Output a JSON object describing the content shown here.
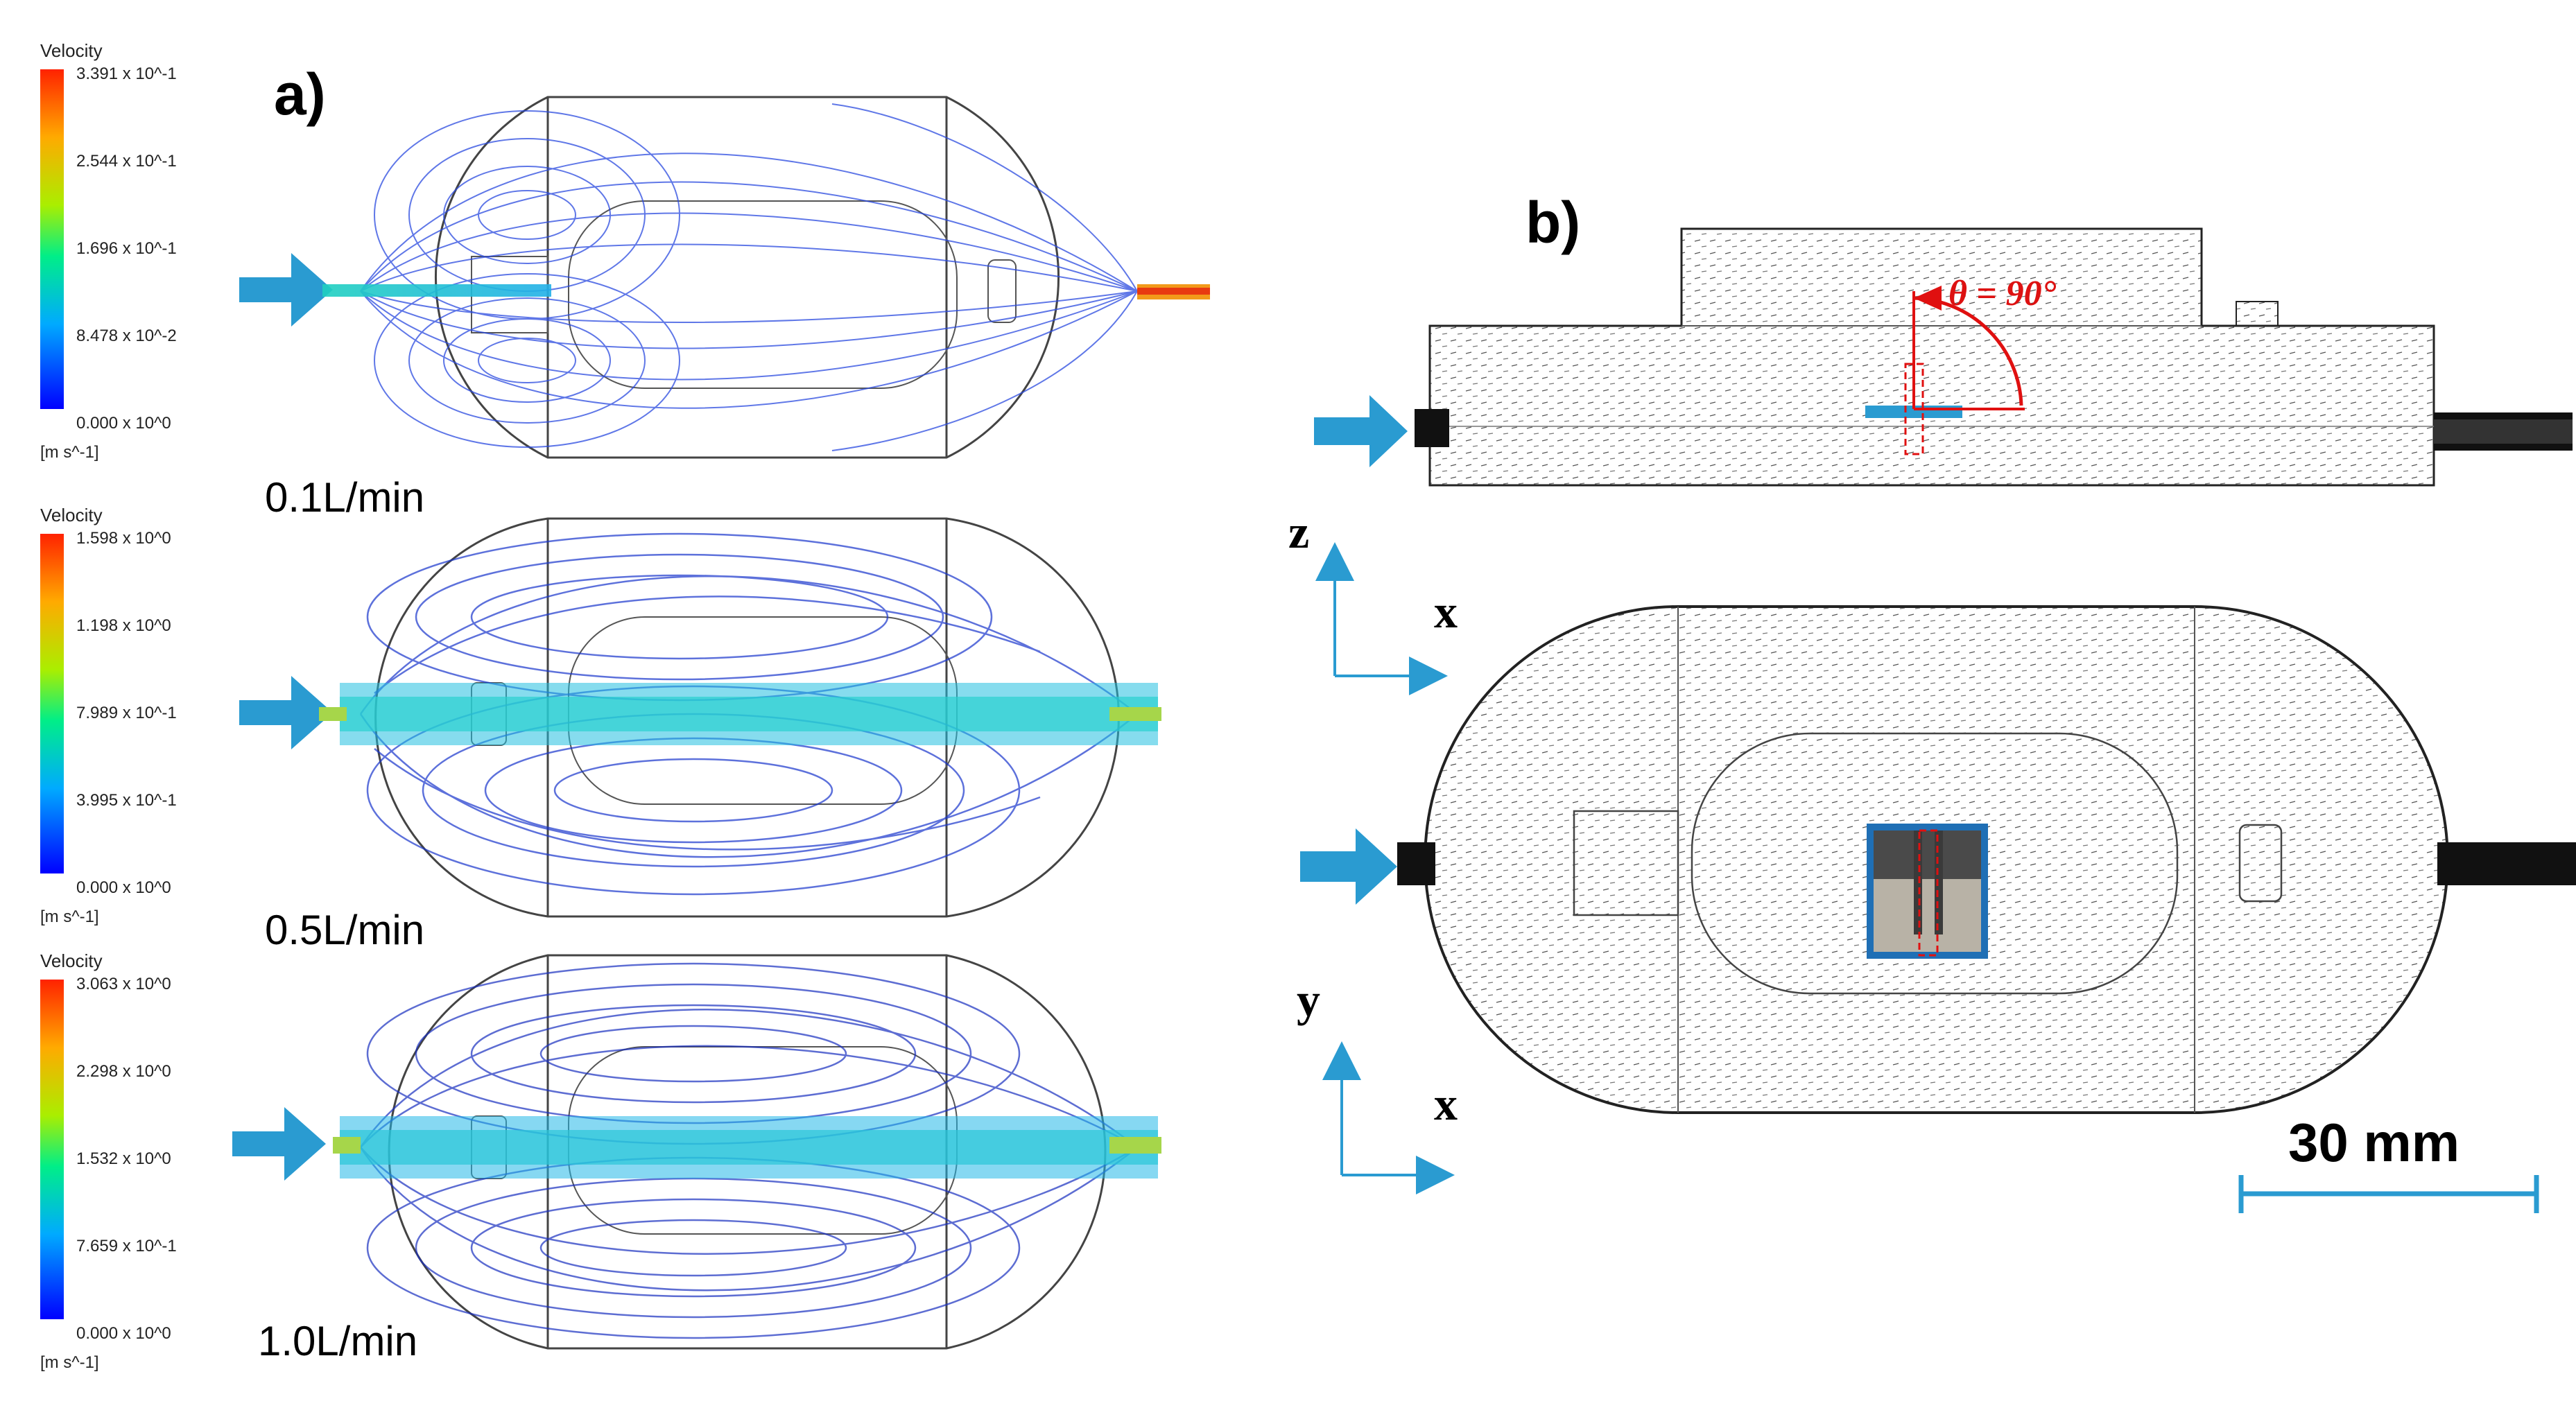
{
  "panel_a": {
    "label": "a)",
    "cases": [
      {
        "flow_label": "0.1L/min",
        "legend": {
          "title": "Velocity",
          "ticks": [
            "3.391 x 10^-1",
            "2.544 x 10^-1",
            "1.696 x 10^-1",
            "8.478 x 10^-2",
            "0.000 x 10^0"
          ],
          "unit": "[m s^-1]"
        }
      },
      {
        "flow_label": "0.5L/min",
        "legend": {
          "title": "Velocity",
          "ticks": [
            "1.598 x 10^0",
            "1.198 x 10^0",
            "7.989 x 10^-1",
            "3.995 x 10^-1",
            "0.000 x 10^0"
          ],
          "unit": "[m s^-1]"
        }
      },
      {
        "flow_label": "1.0L/min",
        "legend": {
          "title": "Velocity",
          "ticks": [
            "3.063 x 10^0",
            "2.298 x 10^0",
            "1.532 x 10^0",
            "7.659 x 10^-1",
            "0.000 x 10^0"
          ],
          "unit": "[m s^-1]"
        }
      }
    ]
  },
  "panel_b": {
    "label": "b)",
    "angle_label": "θ = 90°",
    "axes_side": {
      "vertical": "z",
      "horizontal": "x"
    },
    "axes_top": {
      "vertical": "y",
      "horizontal": "x"
    },
    "scale_bar": "30 mm"
  },
  "colors": {
    "arrow": "#2a9bd1",
    "axis": "#2a9bd1",
    "angle": "#e01010",
    "streamline_slow": "#1a3ad8",
    "streamline_fast": "#22c4e0",
    "outline": "#444444",
    "sensor_border": "#1f6fb5"
  },
  "icons": [
    "inlet-arrow-icon",
    "axis-arrow-icon"
  ]
}
